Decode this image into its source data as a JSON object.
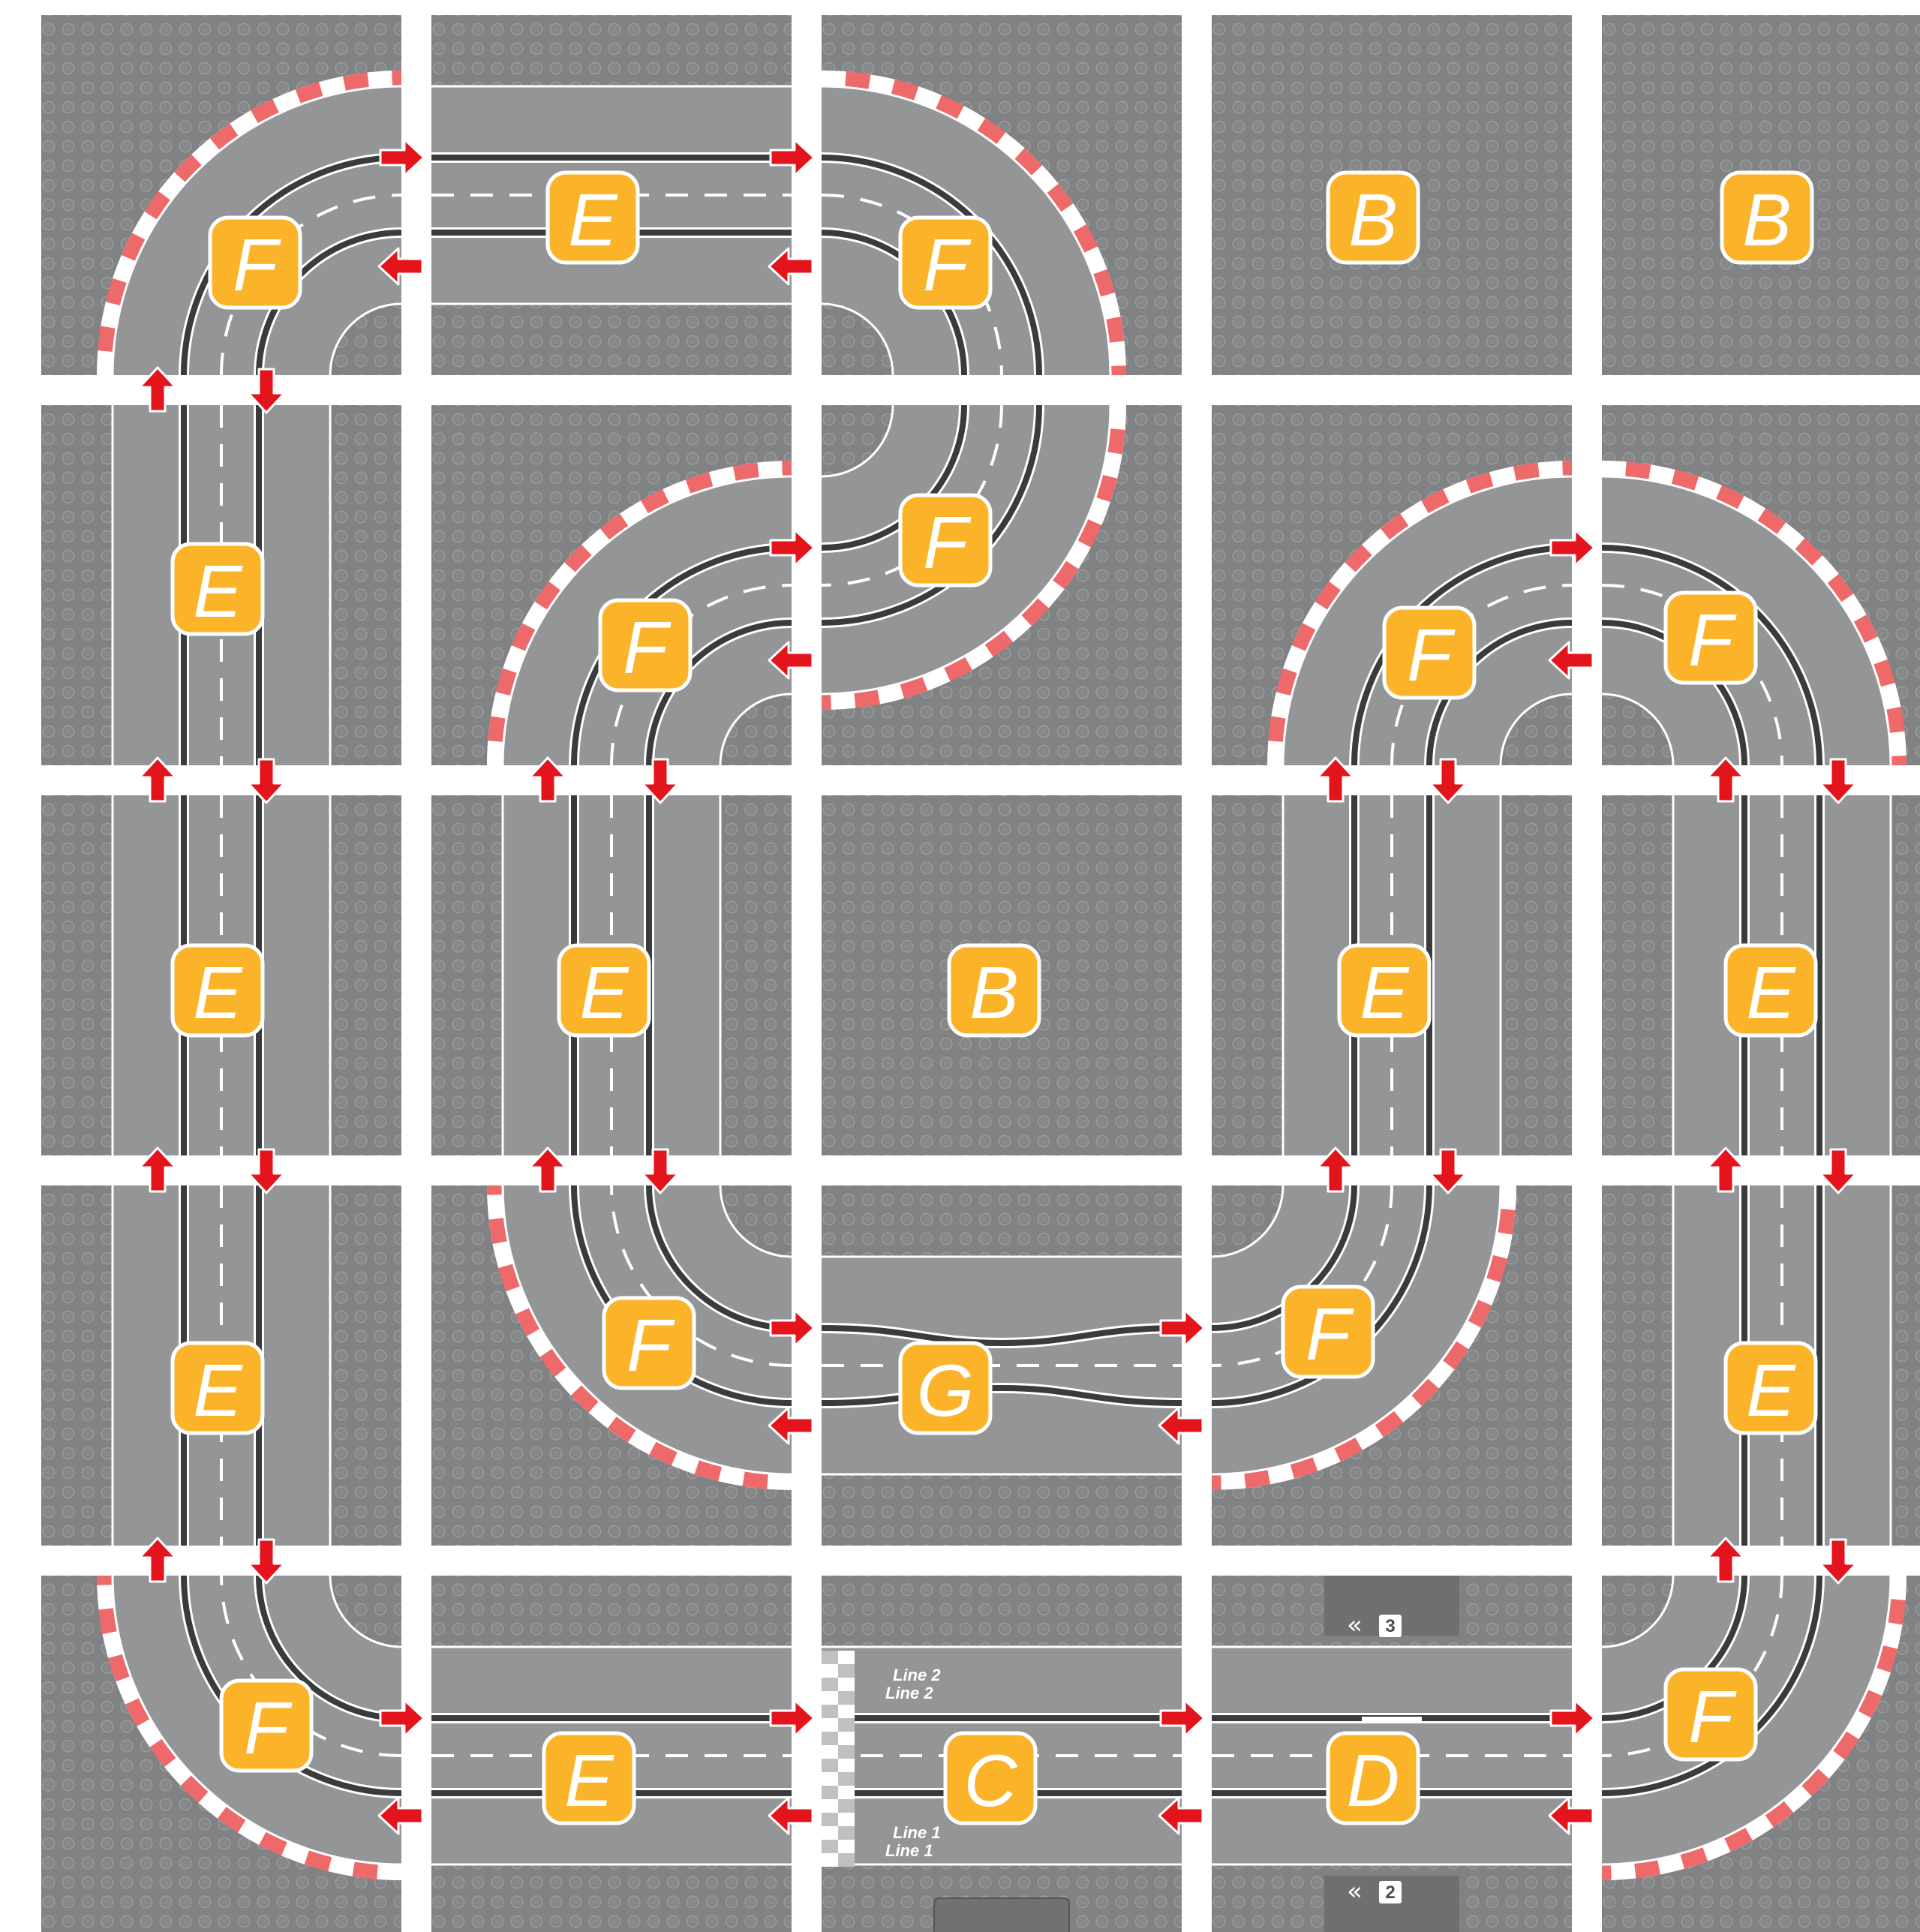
{
  "colors": {
    "background": "#ffffff",
    "baseplate": "#808284",
    "stud": "#8c8e90",
    "asphalt": "#939597",
    "slot": "#3a3b3c",
    "curb_red": "#ee6a6a",
    "curb_white": "#ffffff",
    "arrow": "#e3141b",
    "badge": "#fbb42a",
    "badge_border": "#ffffff"
  },
  "legend_note": "",
  "tiles": [
    {
      "id": "r0c0",
      "type": "curve",
      "label": "F",
      "arrows": [
        "right-in",
        "left-out",
        "up-out",
        "down-in"
      ]
    },
    {
      "id": "r0c1",
      "type": "straight",
      "label": "E",
      "orientation": "horizontal"
    },
    {
      "id": "r0c2",
      "type": "curve",
      "label": "F"
    },
    {
      "id": "r0c3",
      "type": "base",
      "label": "B"
    },
    {
      "id": "r0c4",
      "type": "base",
      "label": "B"
    },
    {
      "id": "r1c0",
      "type": "straight",
      "label": "E",
      "orientation": "vertical"
    },
    {
      "id": "r1c1",
      "type": "curve",
      "label": "F"
    },
    {
      "id": "r1c2",
      "type": "curve",
      "label": "F"
    },
    {
      "id": "r1c3",
      "type": "curve",
      "label": "F"
    },
    {
      "id": "r1c4",
      "type": "curve",
      "label": "F"
    },
    {
      "id": "r2c0",
      "type": "straight",
      "label": "E",
      "orientation": "vertical"
    },
    {
      "id": "r2c1",
      "type": "straight",
      "label": "E",
      "orientation": "vertical"
    },
    {
      "id": "r2c2",
      "type": "base",
      "label": "B"
    },
    {
      "id": "r2c3",
      "type": "straight",
      "label": "E",
      "orientation": "vertical"
    },
    {
      "id": "r2c4",
      "type": "straight",
      "label": "E",
      "orientation": "vertical"
    },
    {
      "id": "r3c0",
      "type": "straight",
      "label": "E",
      "orientation": "vertical"
    },
    {
      "id": "r3c1",
      "type": "curve",
      "label": "F"
    },
    {
      "id": "r3c2",
      "type": "chicane",
      "label": "G"
    },
    {
      "id": "r3c3",
      "type": "curve",
      "label": "F"
    },
    {
      "id": "r3c4",
      "type": "straight",
      "label": "E",
      "orientation": "vertical"
    },
    {
      "id": "r4c0",
      "type": "curve",
      "label": "F"
    },
    {
      "id": "r4c1",
      "type": "straight",
      "label": "E",
      "orientation": "horizontal"
    },
    {
      "id": "r4c2",
      "type": "start-finish",
      "label": "C",
      "line_labels": [
        "Line 2",
        "Line 2",
        "Line 1",
        "Line 1"
      ]
    },
    {
      "id": "r4c3",
      "type": "lap-counter",
      "label": "D",
      "counter_labels": [
        "3",
        "2"
      ],
      "counter_icon": "double-chevron-left-icon"
    },
    {
      "id": "r4c4",
      "type": "curve",
      "label": "F"
    }
  ]
}
